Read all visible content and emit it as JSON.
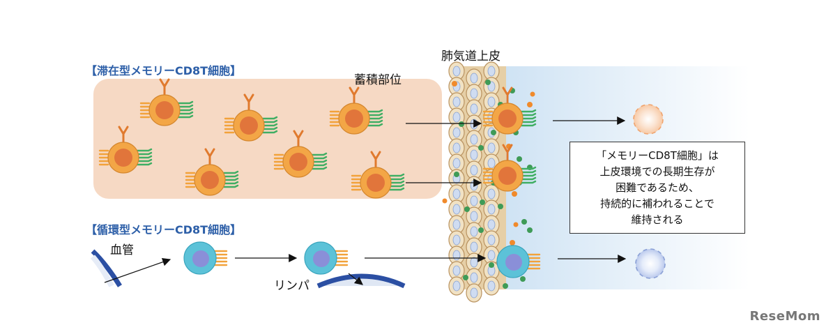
{
  "labels": {
    "resident_title": "【滞在型メモリーCD8T細胞】",
    "accumulation_site": "蓄積部位",
    "airway_epithelium": "肺気道上皮",
    "circulating_title": "【循環型メモリーCD8T細胞】",
    "blood_vessel": "血管",
    "lymph": "リンパ"
  },
  "note": {
    "lines": [
      "「メモリーCD8T細胞」は",
      "上皮環境での長期生存が",
      "困難であるため、",
      "持続的に補われることで",
      "維持される"
    ]
  },
  "watermark": "ReseMom",
  "colors": {
    "section_title": "#2d5fa8",
    "resident_zone": "#f6d9c4",
    "resident_cell_body": "#f3a646",
    "resident_nucleus": "#e1753b",
    "receptor_green": "#3fae63",
    "receptor_orange": "#f2a23a",
    "circulating_cell": "#5cc2d8",
    "circulating_nucleus": "#8a8fd8",
    "vessel_blue": "#2b4fa3",
    "epithelium": "#e6cfa6"
  },
  "icons": [
    "resident-memory-cd8t-cell-icon",
    "circulating-memory-cd8t-cell-icon",
    "dying-cell-icon",
    "arrow-icon"
  ]
}
